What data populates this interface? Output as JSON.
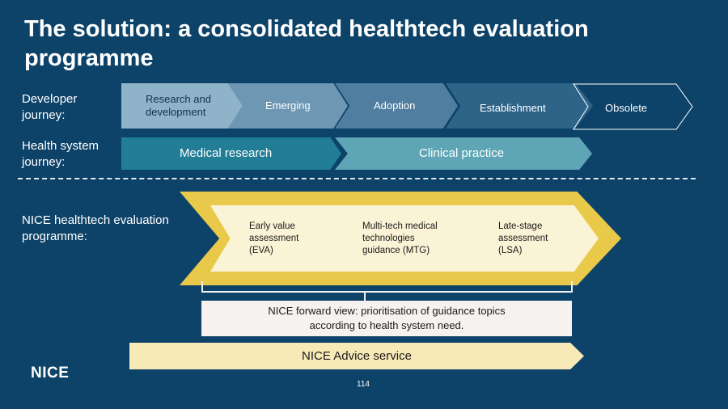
{
  "slide": {
    "title": "The solution: a consolidated healthtech evaluation programme",
    "developer_label": "Developer journey:",
    "health_system_label": "Health system journey:",
    "developer_journey": [
      {
        "label": "Research and development",
        "color": "#8fb4c9"
      },
      {
        "label": "Emerging",
        "color": "#6e97b3"
      },
      {
        "label": "Adoption",
        "color": "#4f7ea0"
      },
      {
        "label": "Establishment",
        "color": "#2f6489"
      },
      {
        "label": "Obsolete",
        "color": "outline"
      }
    ],
    "health_system_journey": [
      {
        "label": "Medical research",
        "color": "#217e96"
      },
      {
        "label": "Clinical practice",
        "color": "#5ea6b5"
      }
    ],
    "programme_label": "NICE healthtech evaluation programme:",
    "programme_stages": [
      {
        "line1": "Early value",
        "line2": "assessment",
        "line3": "(EVA)"
      },
      {
        "line1": "Multi-tech medical",
        "line2": "technologies",
        "line3": "guidance (MTG)"
      },
      {
        "line1": "Late-stage",
        "line2": "assessment",
        "line3": "(LSA)"
      }
    ],
    "forward_view": "NICE forward view: prioritisation of guidance topics according to health system need.",
    "advice_service": "NICE Advice service",
    "logo": "NICE",
    "page_number": "114"
  }
}
